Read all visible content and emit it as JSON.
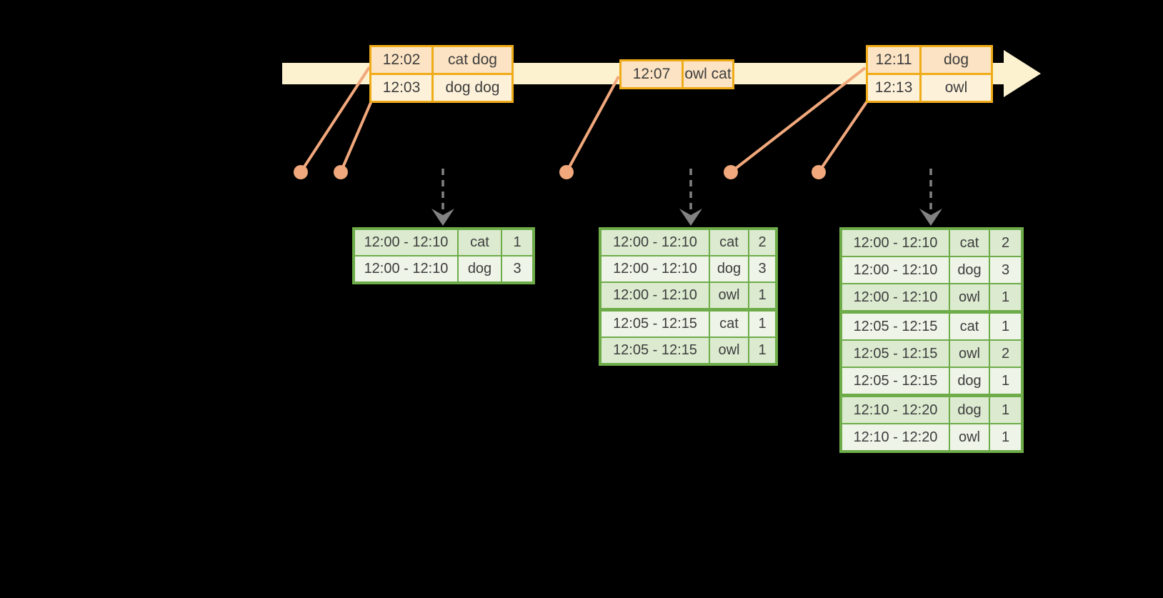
{
  "palette": {
    "background": "#000000",
    "timeline_fill": "#fdf2cf",
    "event_table_border": "#f0ac18",
    "event_row_dark": "#fbe3c3",
    "event_row_light": "#fdf1d9",
    "connector_salmon": "#f1a87c",
    "result_table_border": "#6dac49",
    "result_row_dark": "#dcead0",
    "result_row_light": "#eef4e8",
    "trigger_arrow_gray": "#828282",
    "text": "#3d3d3d"
  },
  "icons": {
    "timeline_arrow": "right-arrowhead-icon",
    "trigger_arrow": "dashed-down-arrow-icon"
  },
  "event_tables": [
    {
      "rows": [
        {
          "time": "12:02",
          "words": "cat dog"
        },
        {
          "time": "12:03",
          "words": "dog dog"
        }
      ]
    },
    {
      "rows": [
        {
          "time": "12:07",
          "words": "owl cat"
        }
      ]
    },
    {
      "rows": [
        {
          "time": "12:11",
          "words": "dog"
        },
        {
          "time": "12:13",
          "words": "owl"
        }
      ]
    }
  ],
  "result_tables": [
    {
      "rows": [
        {
          "window": "12:00 - 12:10",
          "word": "cat",
          "count": "1"
        },
        {
          "window": "12:00 - 12:10",
          "word": "dog",
          "count": "3"
        }
      ]
    },
    {
      "rows": [
        {
          "window": "12:00 - 12:10",
          "word": "cat",
          "count": "2"
        },
        {
          "window": "12:00 - 12:10",
          "word": "dog",
          "count": "3"
        },
        {
          "window": "12:00 - 12:10",
          "word": "owl",
          "count": "1"
        },
        {
          "window": "12:05 - 12:15",
          "word": "cat",
          "count": "1",
          "group_start": true
        },
        {
          "window": "12:05 - 12:15",
          "word": "owl",
          "count": "1"
        }
      ]
    },
    {
      "rows": [
        {
          "window": "12:00 - 12:10",
          "word": "cat",
          "count": "2"
        },
        {
          "window": "12:00 - 12:10",
          "word": "dog",
          "count": "3"
        },
        {
          "window": "12:00 - 12:10",
          "word": "owl",
          "count": "1"
        },
        {
          "window": "12:05 - 12:15",
          "word": "cat",
          "count": "1",
          "group_start": true
        },
        {
          "window": "12:05 - 12:15",
          "word": "owl",
          "count": "2"
        },
        {
          "window": "12:05 - 12:15",
          "word": "dog",
          "count": "1"
        },
        {
          "window": "12:10 - 12:20",
          "word": "dog",
          "count": "1",
          "group_start": true
        },
        {
          "window": "12:10 - 12:20",
          "word": "owl",
          "count": "1"
        }
      ]
    }
  ]
}
